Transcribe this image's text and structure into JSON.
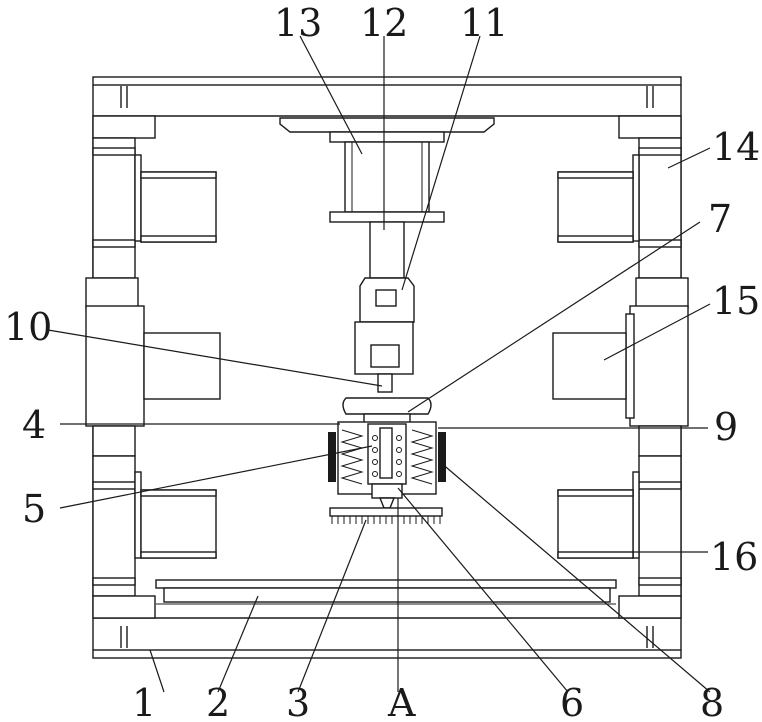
{
  "labels": {
    "l1": "1",
    "l2": "2",
    "l3": "3",
    "l4": "4",
    "l5": "5",
    "l6": "6",
    "l7": "7",
    "l8": "8",
    "l9": "9",
    "l10": "10",
    "l11": "11",
    "l12": "12",
    "l13": "13",
    "l14": "14",
    "l15": "15",
    "l16": "16",
    "lA": "A"
  }
}
